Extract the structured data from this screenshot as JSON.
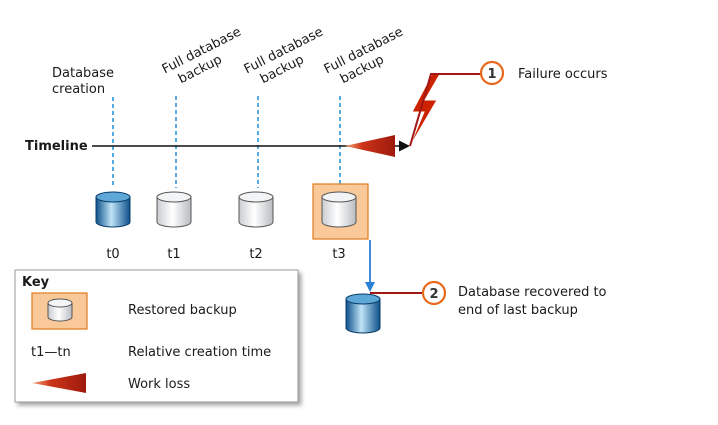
{
  "events": {
    "database_creation": [
      "Database",
      "creation"
    ],
    "full_backup": [
      "Full database",
      "backup"
    ]
  },
  "timeline_label": "Timeline",
  "time_labels": [
    "t0",
    "t1",
    "t2",
    "t3"
  ],
  "callouts": [
    {
      "number": "1",
      "text": [
        "Failure occurs"
      ]
    },
    {
      "number": "2",
      "text": [
        "Database recovered to",
        "end of last backup"
      ]
    }
  ],
  "key": {
    "title": "Key",
    "items": [
      {
        "symbol_text": "",
        "label": "Restored backup"
      },
      {
        "symbol_text": "t1—tn",
        "label": "Relative creation time"
      },
      {
        "symbol_text": "",
        "label": "Work loss"
      }
    ]
  },
  "colors": {
    "disk_blue_dark": "#0d4f8a",
    "disk_blue_light": "#bfe4f7",
    "restored_fill": "#f9c99a",
    "restored_border": "#e07b1c",
    "callout_orange": "#e8681a",
    "callout_line": "#a31616",
    "work_loss_red": "#cc3318",
    "lightning": "#cc2200",
    "dashed_blue": "#1f8fdb",
    "arrow_blue": "#2a7fd6"
  }
}
